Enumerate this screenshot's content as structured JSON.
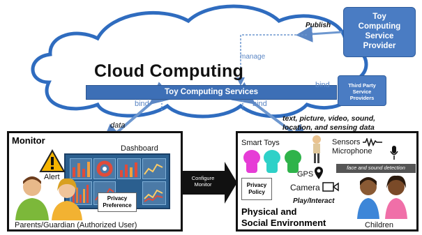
{
  "cloud": {
    "title": "Cloud Computing",
    "services_label": "Toy Computing Services",
    "manage_label": "manage",
    "publish_label": "Publish",
    "bind_right_label": "bind",
    "bind_left_label": "bind",
    "bind_bottom_label": "bind"
  },
  "provider": {
    "line1": "Toy",
    "line2": "Computing",
    "line3": "Service",
    "line4": "Provider"
  },
  "third_party": {
    "line1": "Third Party",
    "line2": "Service",
    "line3": "Providers"
  },
  "flows": {
    "data_label": "data",
    "sensing_line1": "text, picture, video, sound,",
    "sensing_line2": "location, and sensing data",
    "configure_line1": "Configure",
    "configure_line2": "Monitor",
    "play_label": "Play/Interact"
  },
  "monitor": {
    "title": "Monitor",
    "dashboard_label": "Dashboard",
    "alert_label": "Alert",
    "privacy_line1": "Privacy",
    "privacy_line2": "Preference",
    "users_label": "Parents/Guardian (Authorized User)"
  },
  "environment": {
    "smart_toys_label": "Smart Toys",
    "sensors_line1": "Sensors",
    "sensors_line2": "Microphone",
    "gps_label": "GPS",
    "camera_label": "Camera",
    "privacy_line1": "Privacy",
    "privacy_line2": "Policy",
    "face_sound_label": "face and sound detection",
    "title_line1": "Physical and",
    "title_line2": "Social Environment",
    "children_label": "Children"
  },
  "colors": {
    "cloud_stroke": "#2f6cbf",
    "service_blue": "#3d6fb6",
    "provider_blue": "#4a7cc3",
    "arrow_blue": "#6d97cf"
  }
}
